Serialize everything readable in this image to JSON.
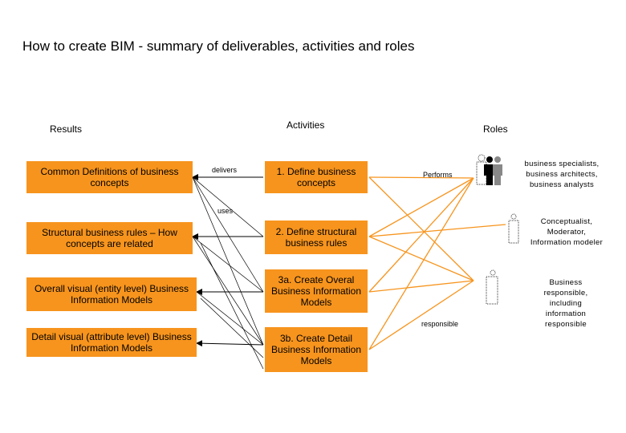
{
  "title": "How to create BIM -  summary of deliverables, activities and roles",
  "headers": {
    "results": "Results",
    "activities": "Activities",
    "roles": "Roles"
  },
  "results": [
    "Common Definitions of business concepts",
    "Structural business rules – How concepts are related",
    "Overall visual (entity level) Business Information Models",
    "Detail visual (attribute level) Business Information Models"
  ],
  "activities": [
    "1. Define business concepts",
    "2. Define structural business rules",
    "3a. Create Overal Business Information Models",
    "3b. Create Detail Business Information Models"
  ],
  "roles": [
    "business specialists, business architects, business analysts",
    "Conceptualist, Moderator, Information modeler",
    "Business responsible, including information responsible"
  ],
  "labels": {
    "delivers": "delivers",
    "uses": "uses",
    "performs": "Performs",
    "responsible": "responsible"
  },
  "colors": {
    "box": "#f7941d",
    "line": "#f7941d"
  }
}
